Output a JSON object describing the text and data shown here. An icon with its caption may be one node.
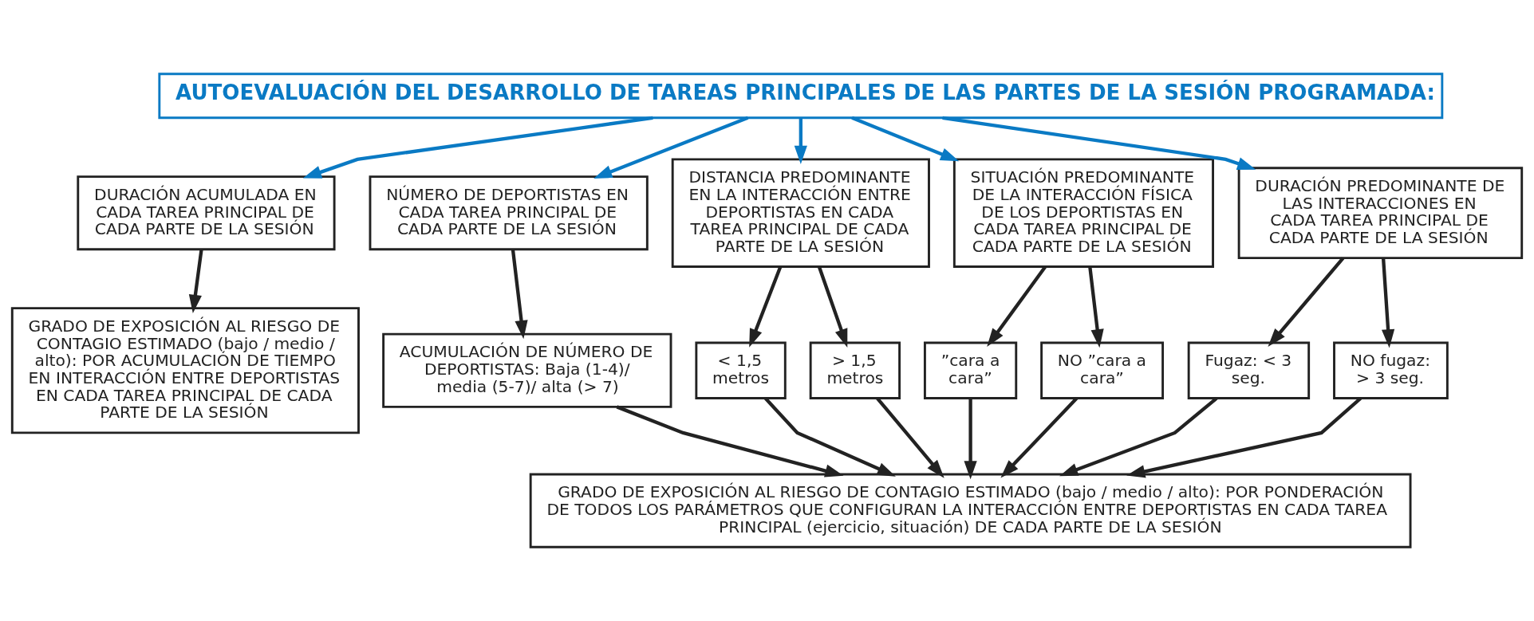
{
  "diagram": {
    "nodes": [
      {
        "text": [
          "AUTOEVALUACIÓN DEL DESARROLLO DE TAREAS PRINCIPALES DE LAS PARTES DE LA SESIÓN PROGRAMADA:"
        ]
      },
      {
        "text": [
          "DURACIÓN ACUMULADA EN CADA TAREA PRINCIPAL DE CADA PARTE DE LA SESIÓN"
        ]
      },
      {
        "text": [
          "NÚMERO DE DEPORTISTAS EN CADA TAREA PRINCIPAL DE CADA PARTE DE LA SESIÓN"
        ]
      },
      {
        "text": [
          "DISTANCIA PREDOMINANTE EN LA INTERACCIÓN ENTRE DEPORTISTAS EN CADA TAREA PRINCIPAL DE CADA PARTE DE LA SESIÓN"
        ]
      },
      {
        "text": [
          "SITUACIÓN PREDOMINANTE DE LA INTERACCIÓN FÍSICA DE LOS DEPORTISTAS EN CADA TAREA PRINCIPAL DE CADA PARTE DE LA SESIÓN"
        ]
      },
      {
        "text": [
          "DURACIÓN PREDOMINANTE DE LAS INTERACCIONES EN CADA TAREA PRINCIPAL DE CADA PARTE DE LA SESIÓN"
        ]
      },
      {
        "text": [
          "ACUMULACIÓN DE NÚMERO DE DEPORTISTAS: Baja (1-4)/ media (5-7)/ alta (> 7)"
        ]
      },
      {
        "text": [
          "< 1,5 metros"
        ]
      },
      {
        "text": [
          "> 1,5 metros"
        ]
      },
      {
        "text": [
          "”cara a cara”"
        ]
      },
      {
        "text": [
          "NO ”cara a cara”"
        ]
      },
      {
        "text": [
          "Fugaz: < 3 seg."
        ]
      },
      {
        "text": [
          "NO fugaz: > 3 seg."
        ]
      },
      {
        "text": [
          "GRADO DE EXPOSICIÓN AL RIESGO DE CONTAGIO ESTIMADO (bajo / medio / alto): POR ACUMULACIÓN DE TIEMPO EN INTERACCIÓN ENTRE DEPORTISTAS EN CADA TAREA PRINCIPAL DE CADA PARTE DE LA SESIÓN"
        ]
      },
      {
        "text": [
          "GRADO DE EXPOSICIÓN AL RIESGO DE CONTAGIO ESTIMADO (bajo / medio / alto): POR PONDERACIÓN DE TODOS LOS PARÁMETROS QUE CONFIGURAN LA INTERACCIÓN ENTRE DEPORTISTAS EN CADA TAREA PRINCIPAL (ejercicio, situación) DE CADA PARTE DE LA SESIÓN"
        ]
      }
    ],
    "edges": [
      {
        "from": 0,
        "to": 1,
        "arrow": "to",
        "color": "#0a7ac4"
      },
      {
        "from": 0,
        "to": 2,
        "arrow": "to",
        "color": "#0a7ac4"
      },
      {
        "from": 0,
        "to": 3,
        "arrow": "to",
        "color": "#0a7ac4"
      },
      {
        "from": 0,
        "to": 4,
        "arrow": "to",
        "color": "#0a7ac4"
      },
      {
        "from": 0,
        "to": 5,
        "arrow": "to",
        "color": "#0a7ac4"
      },
      {
        "from": 1,
        "to": 13,
        "arrow": "to"
      },
      {
        "from": 2,
        "to": 6,
        "arrow": "to"
      },
      {
        "from": 3,
        "to": 7,
        "arrow": "to"
      },
      {
        "from": 3,
        "to": 8,
        "arrow": "to"
      },
      {
        "from": 4,
        "to": 9,
        "arrow": "to"
      },
      {
        "from": 4,
        "to": 10,
        "arrow": "to"
      },
      {
        "from": 5,
        "to": 11,
        "arrow": "to"
      },
      {
        "from": 5,
        "to": 12,
        "arrow": "to"
      },
      {
        "from": 6,
        "to": 14,
        "arrow": "to"
      },
      {
        "from": 7,
        "to": 14,
        "arrow": "to"
      },
      {
        "from": 8,
        "to": 14,
        "arrow": "to"
      },
      {
        "from": 9,
        "to": 14,
        "arrow": "to"
      },
      {
        "from": 10,
        "to": 14,
        "arrow": "to"
      },
      {
        "from": 11,
        "to": 14,
        "arrow": "to"
      },
      {
        "from": 12,
        "to": 14,
        "arrow": "to"
      }
    ]
  }
}
